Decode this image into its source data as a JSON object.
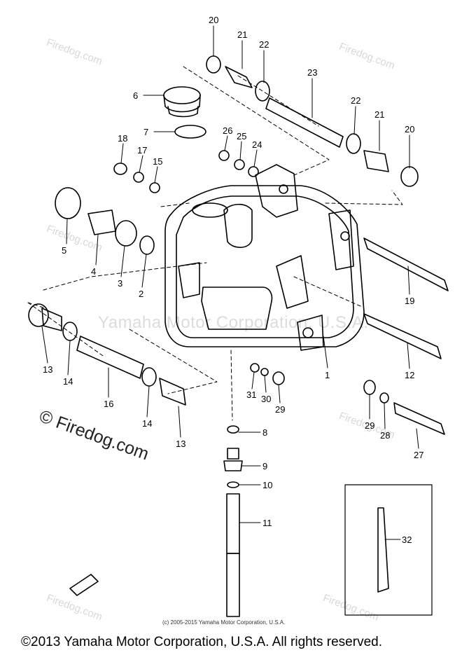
{
  "watermarks": {
    "site": "Firedog.com",
    "site_symbol": "©",
    "center_text": "Yamaha Motor Corporation, U.S.A.",
    "big_text": "© Firedog.com"
  },
  "diagram_copyright": "(c) 2005-2015 Yamaha Motor Corporation, U.S.A.",
  "footer_copyright": "©2013 Yamaha Motor Corporation, U.S.A. All rights reserved.",
  "callouts": [
    "1",
    "2",
    "3",
    "4",
    "5",
    "6",
    "7",
    "8",
    "9",
    "10",
    "11",
    "12",
    "13",
    "13",
    "14",
    "14",
    "15",
    "16",
    "17",
    "18",
    "19",
    "20",
    "20",
    "21",
    "21",
    "22",
    "22",
    "23",
    "24",
    "25",
    "26",
    "27",
    "28",
    "29",
    "29",
    "30",
    "31",
    "32"
  ]
}
